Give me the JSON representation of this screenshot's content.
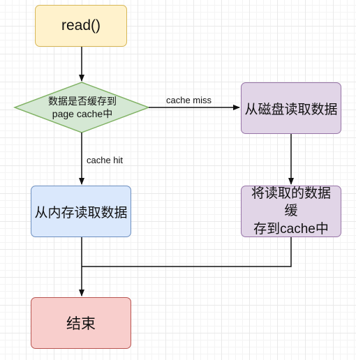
{
  "nodes": {
    "read": "read()",
    "decision": "数据是否缓存到\npage cache中",
    "memory_read": "从内存读取数据",
    "disk_read": "从磁盘读取数据",
    "save_cache": "将读取的数据缓\n存到cache中",
    "end": "结束"
  },
  "edges": {
    "cache_miss": "cache miss",
    "cache_hit": "cache hit"
  },
  "colors": {
    "start_fill": "#fff2cc",
    "start_stroke": "#d6b656",
    "decision_fill": "#d5e8d4",
    "decision_stroke": "#82b366",
    "memory_fill": "#dae8fc",
    "memory_stroke": "#6c8ebf",
    "disk_fill": "#e1d5e7",
    "disk_stroke": "#9673a6",
    "end_fill": "#f8cecc",
    "end_stroke": "#b85450",
    "edge": "#111111"
  }
}
